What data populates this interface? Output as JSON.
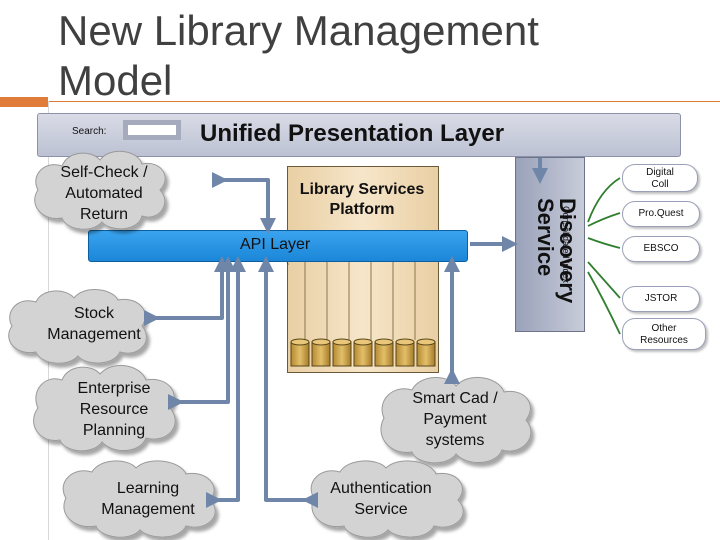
{
  "slide": {
    "title": "New Library Management Model"
  },
  "presentation_layer": {
    "search_label": "Search:",
    "title": "Unified Presentation Layer"
  },
  "platform": {
    "title": "Library Services Platform"
  },
  "api_layer": {
    "label": "API Layer",
    "tick": "`"
  },
  "discovery": {
    "label": "Discovery Service",
    "sublabel": "Consolidated Index"
  },
  "sources": [
    {
      "label": "Digital Coll"
    },
    {
      "label": "Pro.Quest"
    },
    {
      "label": "EBSCO"
    },
    {
      "label": "JSTOR"
    },
    {
      "label": "Other Resources"
    }
  ],
  "clouds": {
    "self_check": "Self-Check / Automated Return",
    "stock": "Stock Management",
    "enterprise": "Enterprise Resource Planning",
    "learning": "Learning Management",
    "smart_card": "Smart Cad / Payment systems",
    "authentication": "Authentication Service"
  },
  "colors": {
    "accent": "#e07b39",
    "api_bar": "#2196e8",
    "cloud_fill": "#d3d3d3",
    "arrow": "#6f86a8"
  }
}
